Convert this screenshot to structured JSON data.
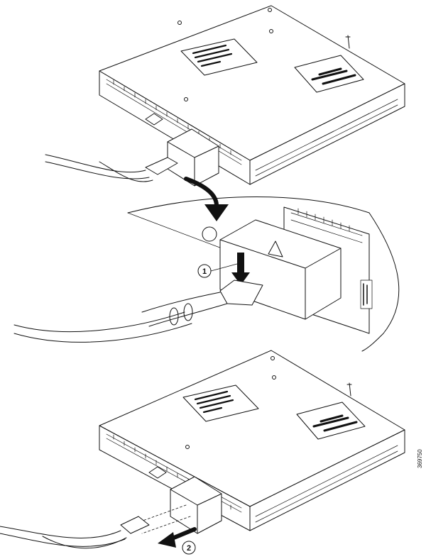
{
  "figure": {
    "callouts": [
      {
        "id": "1",
        "label": "1"
      },
      {
        "id": "2",
        "label": "2"
      }
    ],
    "figure_id": "369750",
    "colors": {
      "line": "#111111",
      "fill": "#ffffff",
      "shade": "#dcdcdc"
    }
  }
}
